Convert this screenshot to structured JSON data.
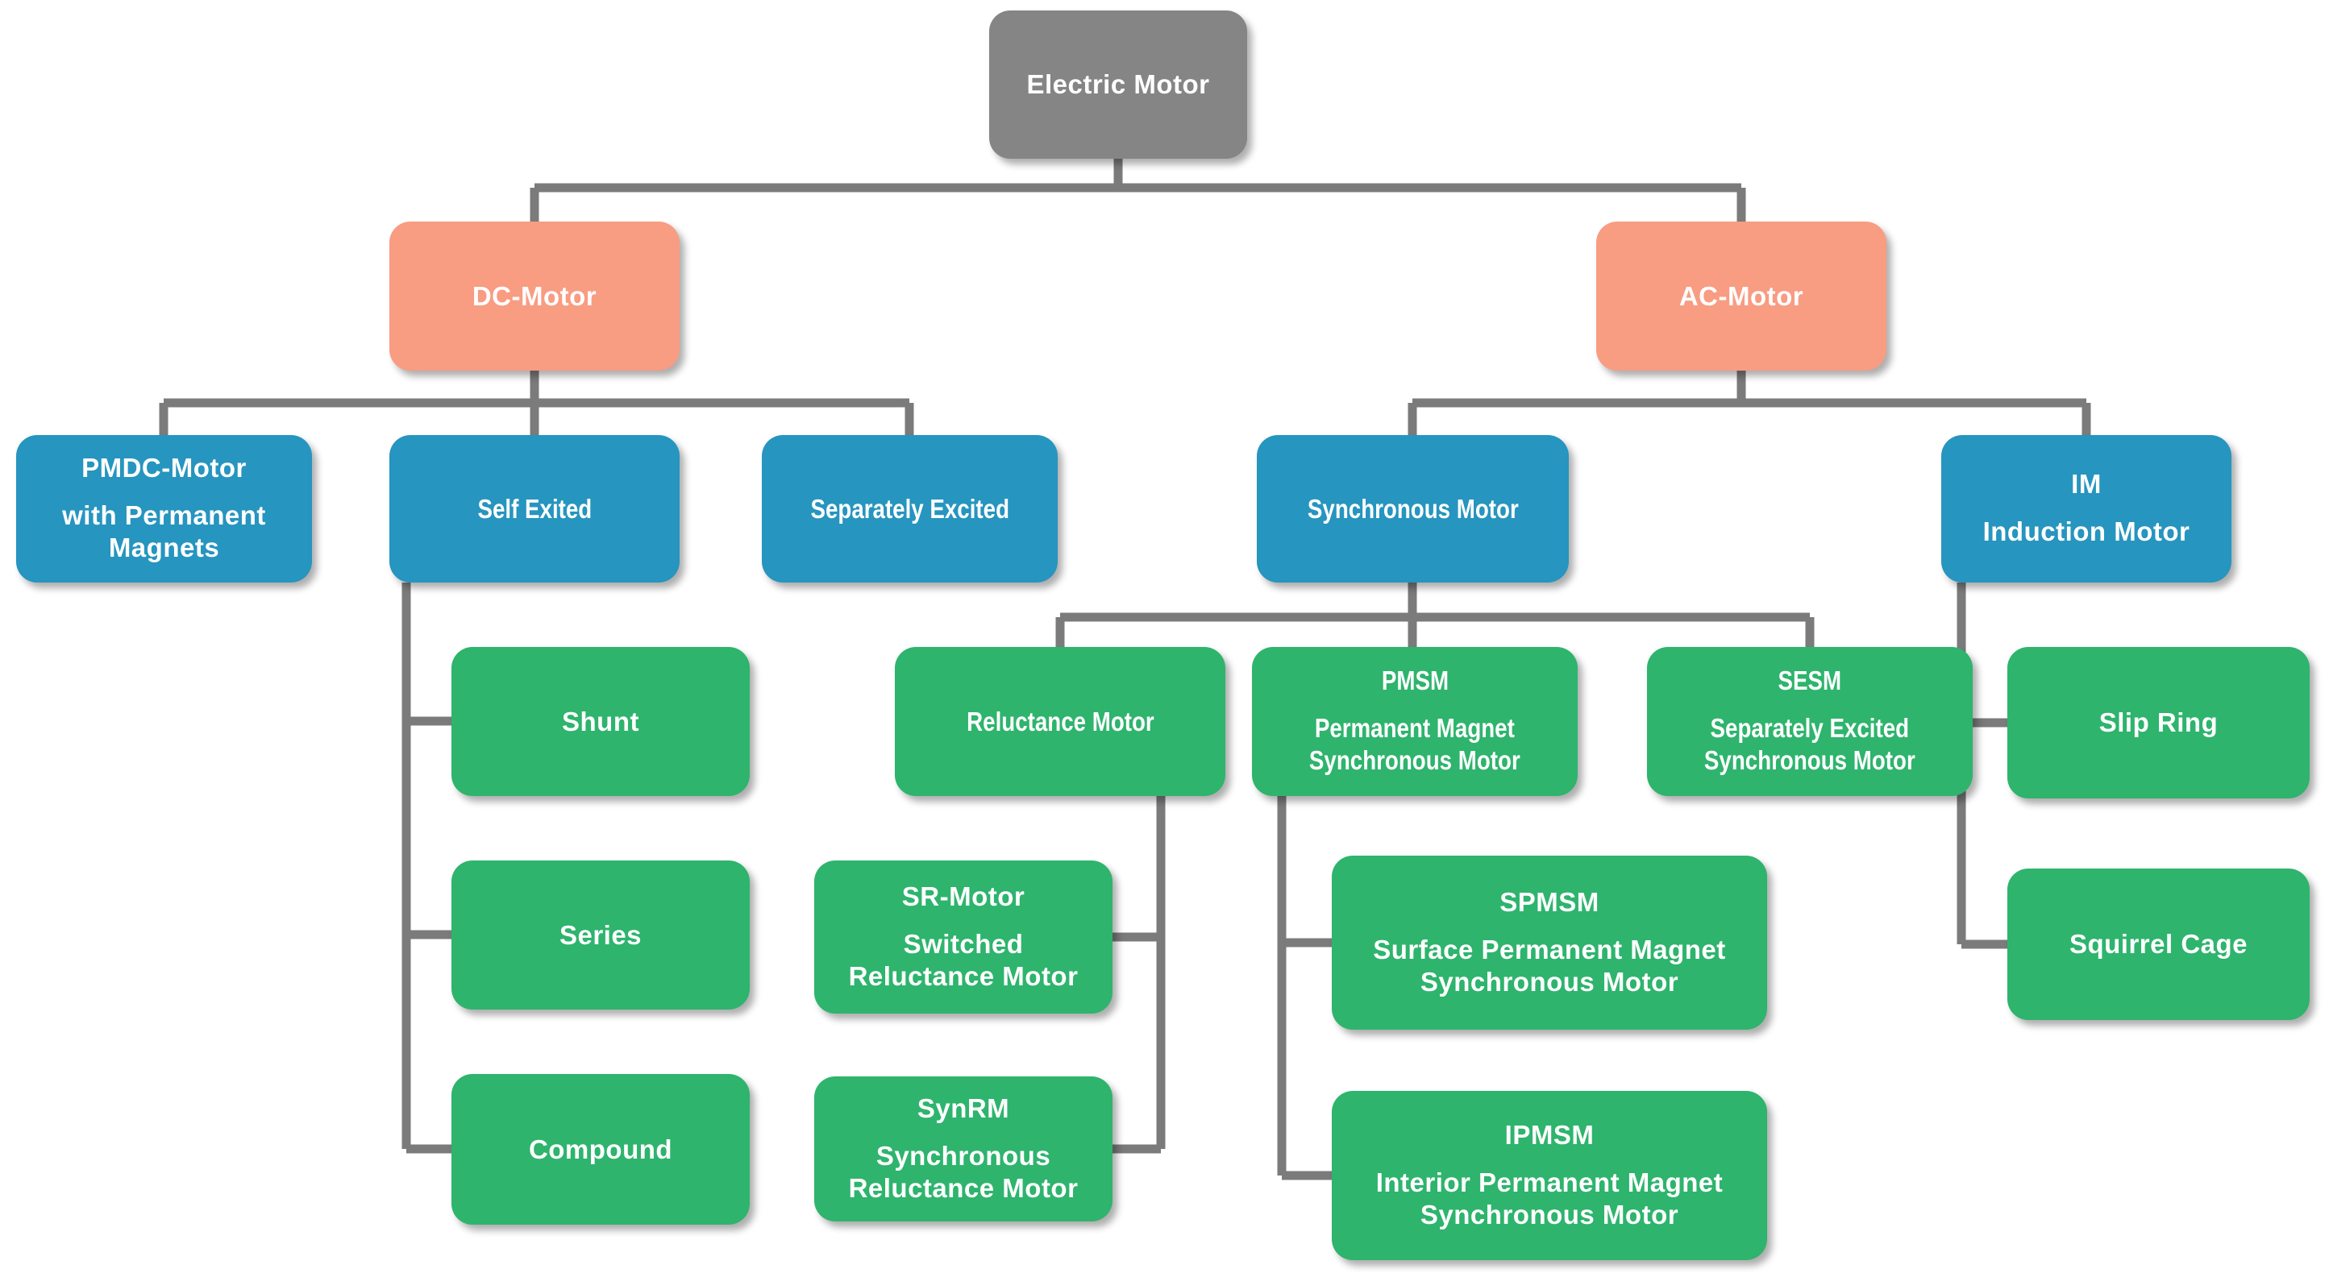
{
  "diagram_type": "tree-hierarchy",
  "colors": {
    "root_fill": "#858585",
    "level2_fill": "#F89C82",
    "level3_fill": "#2695BF",
    "leaf_fill": "#2EB46D",
    "connector": "#7B7B7B",
    "text": "#FFFFFF",
    "background": "#FFFFFF"
  },
  "nodes": {
    "electric_motor": {
      "title": "Electric Motor"
    },
    "dc_motor": {
      "title": "DC-Motor"
    },
    "ac_motor": {
      "title": "AC-Motor"
    },
    "pmdc": {
      "title": "PMDC-Motor",
      "sub": [
        "with Permanent",
        "Magnets"
      ]
    },
    "self_exited": {
      "title": "Self Exited"
    },
    "separately_excited": {
      "title": "Separately Excited"
    },
    "synchronous_motor": {
      "title": "Synchronous Motor"
    },
    "im": {
      "title": "IM",
      "sub": [
        "Induction Motor"
      ]
    },
    "shunt": {
      "title": "Shunt"
    },
    "series": {
      "title": "Series"
    },
    "compound": {
      "title": "Compound"
    },
    "reluctance_motor": {
      "title": "Reluctance Motor"
    },
    "sr_motor": {
      "title": "SR-Motor",
      "sub": [
        "Switched",
        "Reluctance Motor"
      ]
    },
    "synrm": {
      "title": "SynRM",
      "sub": [
        "Synchronous",
        "Reluctance Motor"
      ]
    },
    "pmsm": {
      "title": "PMSM",
      "sub": [
        "Permanent Magnet",
        "Synchronous Motor"
      ]
    },
    "sesm": {
      "title": "SESM",
      "sub": [
        "Separately Excited",
        "Synchronous Motor"
      ]
    },
    "spmsm": {
      "title": "SPMSM",
      "sub": [
        "Surface Permanent Magnet",
        "Synchronous Motor"
      ]
    },
    "ipmsm": {
      "title": "IPMSM",
      "sub": [
        "Interior Permanent Magnet",
        "Synchronous Motor"
      ]
    },
    "slip_ring": {
      "title": "Slip Ring"
    },
    "squirrel_cage": {
      "title": "Squirrel Cage"
    }
  },
  "edges": [
    {
      "from": "electric_motor",
      "to": "dc_motor"
    },
    {
      "from": "electric_motor",
      "to": "ac_motor"
    },
    {
      "from": "dc_motor",
      "to": "pmdc"
    },
    {
      "from": "dc_motor",
      "to": "self_exited"
    },
    {
      "from": "dc_motor",
      "to": "separately_excited"
    },
    {
      "from": "self_exited",
      "to": "shunt"
    },
    {
      "from": "self_exited",
      "to": "series"
    },
    {
      "from": "self_exited",
      "to": "compound"
    },
    {
      "from": "ac_motor",
      "to": "synchronous_motor"
    },
    {
      "from": "ac_motor",
      "to": "im"
    },
    {
      "from": "synchronous_motor",
      "to": "reluctance_motor"
    },
    {
      "from": "synchronous_motor",
      "to": "pmsm"
    },
    {
      "from": "synchronous_motor",
      "to": "sesm"
    },
    {
      "from": "reluctance_motor",
      "to": "sr_motor"
    },
    {
      "from": "reluctance_motor",
      "to": "synrm"
    },
    {
      "from": "pmsm",
      "to": "spmsm"
    },
    {
      "from": "pmsm",
      "to": "ipmsm"
    },
    {
      "from": "im",
      "to": "slip_ring"
    },
    {
      "from": "im",
      "to": "squirrel_cage"
    }
  ]
}
